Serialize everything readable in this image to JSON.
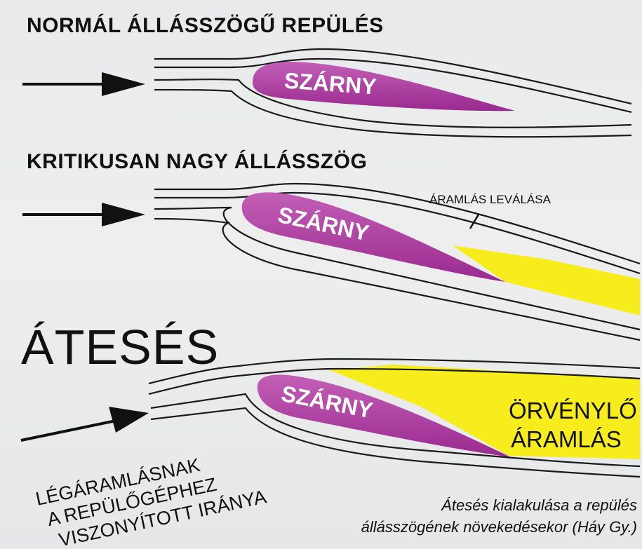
{
  "headings": {
    "normal": "NORMÁL ÁLLÁSSZÖGŰ REPÜLÉS",
    "critical": "KRITIKUSAN NAGY ÁLLÁSSZÖG",
    "stall": "ÁTESÉS"
  },
  "labels": {
    "wing": "SZÁRNY",
    "separation": "ÁRAMLÁS LEVÁLÁSA",
    "vortex_line1": "ÖRVÉNYLŐ",
    "vortex_line2": "ÁRAMLÁS",
    "direction_line1": "LÉGÁRAMLÁSNAK",
    "direction_line2": "A REPÜLŐGÉPHEZ",
    "direction_line3": "VISZONYÍTOTT IRÁNYA"
  },
  "caption": {
    "line1": "Átesés kialakulása a repülés",
    "line2": "állásszögének növekedésekor (Háy Gy.)"
  },
  "colors": {
    "wing": "#9a2a8f",
    "wing_highlight": "#c35fb7",
    "turbulence": "#f7ec1c",
    "streamline": "#1a1a1a"
  }
}
